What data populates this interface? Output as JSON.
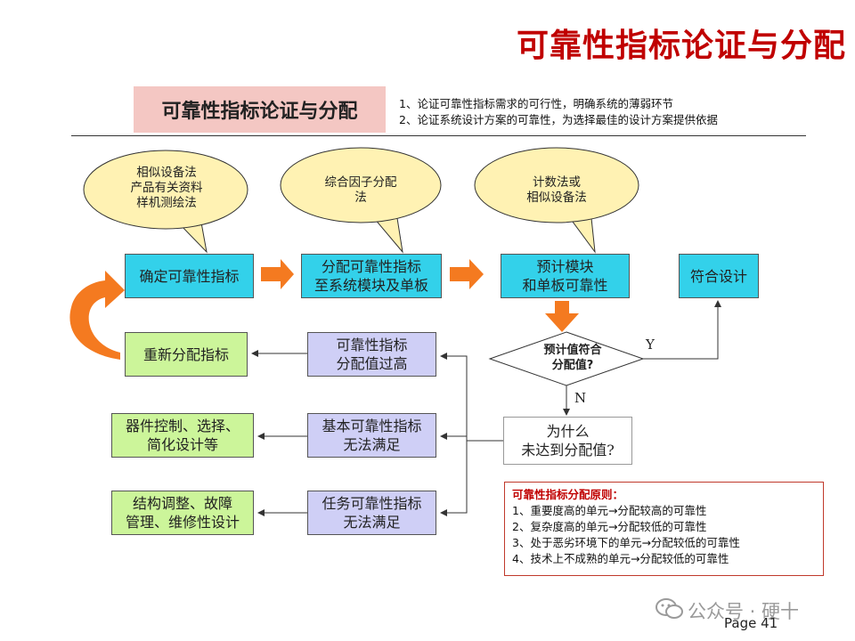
{
  "title": "可靠性指标论证与分配",
  "badge": "可靠性指标论证与分配",
  "purposes": [
    "1、论证可靠性指标需求的可行性，明确系统的薄弱环节",
    "2、论证系统设计方案的可靠性，为选择最佳的设计方案提供依据"
  ],
  "bubbles": [
    {
      "lines": [
        "相似设备法",
        "产品有关资料",
        "样机测绘法"
      ]
    },
    {
      "lines": [
        "综合因子分配",
        "法"
      ]
    },
    {
      "lines": [
        "计数法或",
        "相似设备法"
      ]
    }
  ],
  "steps": {
    "determine": "确定可靠性指标",
    "allocate": [
      "分配可靠性指标",
      "至系统模块及单板"
    ],
    "predict": [
      "预计模块",
      "和单板可靠性"
    ],
    "conform": "符合设计"
  },
  "decision": {
    "lines": [
      "预计值符合",
      "分配值?"
    ],
    "yes": "Y",
    "no": "N"
  },
  "why": [
    "为什么",
    "未达到分配值?"
  ],
  "causes": [
    [
      "可靠性指标",
      "分配值过高"
    ],
    [
      "基本可靠性指标",
      "无法满足"
    ],
    [
      "任务可靠性指标",
      "无法满足"
    ]
  ],
  "actions": [
    [
      "重新分配指标"
    ],
    [
      "器件控制、选择、",
      "简化设计等"
    ],
    [
      "结构调整、故障",
      "管理、维修性设计"
    ]
  ],
  "principles": {
    "title": "可靠性指标分配原则：",
    "items": [
      "1、重要度高的单元→分配较高的可靠性",
      "2、复杂度高的单元→分配较低的可靠性",
      "3、处于恶劣环境下的单元→分配较低的可靠性",
      "4、技术上不成熟的单元→分配较低的可靠性"
    ]
  },
  "watermark": "公众号 · 硬十",
  "page": "Page 41",
  "colors": {
    "title": "#c00000",
    "badge_bg": "#f4c7c3",
    "cyan": "#33d1ea",
    "lavender": "#cfcff6",
    "green": "#ccf59a",
    "bubble": "#fff2b3",
    "arrow": "#f47a20"
  }
}
